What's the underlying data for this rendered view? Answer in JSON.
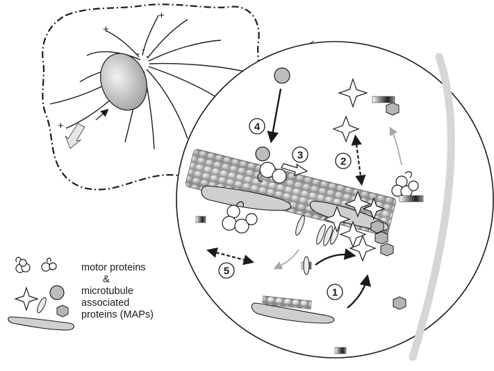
{
  "legend": {
    "line1": "motor proteins",
    "line2": "&",
    "line3": "microtubule",
    "line4": "associated",
    "line5": "proteins (MAPs)"
  },
  "steps": [
    "1",
    "2",
    "3",
    "4",
    "5"
  ],
  "polarity": {
    "plus": "+",
    "minus": "-"
  },
  "colors": {
    "line": "#1a1a1a",
    "gray_fill": "#bdbdbd",
    "membrane": "#d9d9d9",
    "light_arrow": "#a8a8a8"
  }
}
